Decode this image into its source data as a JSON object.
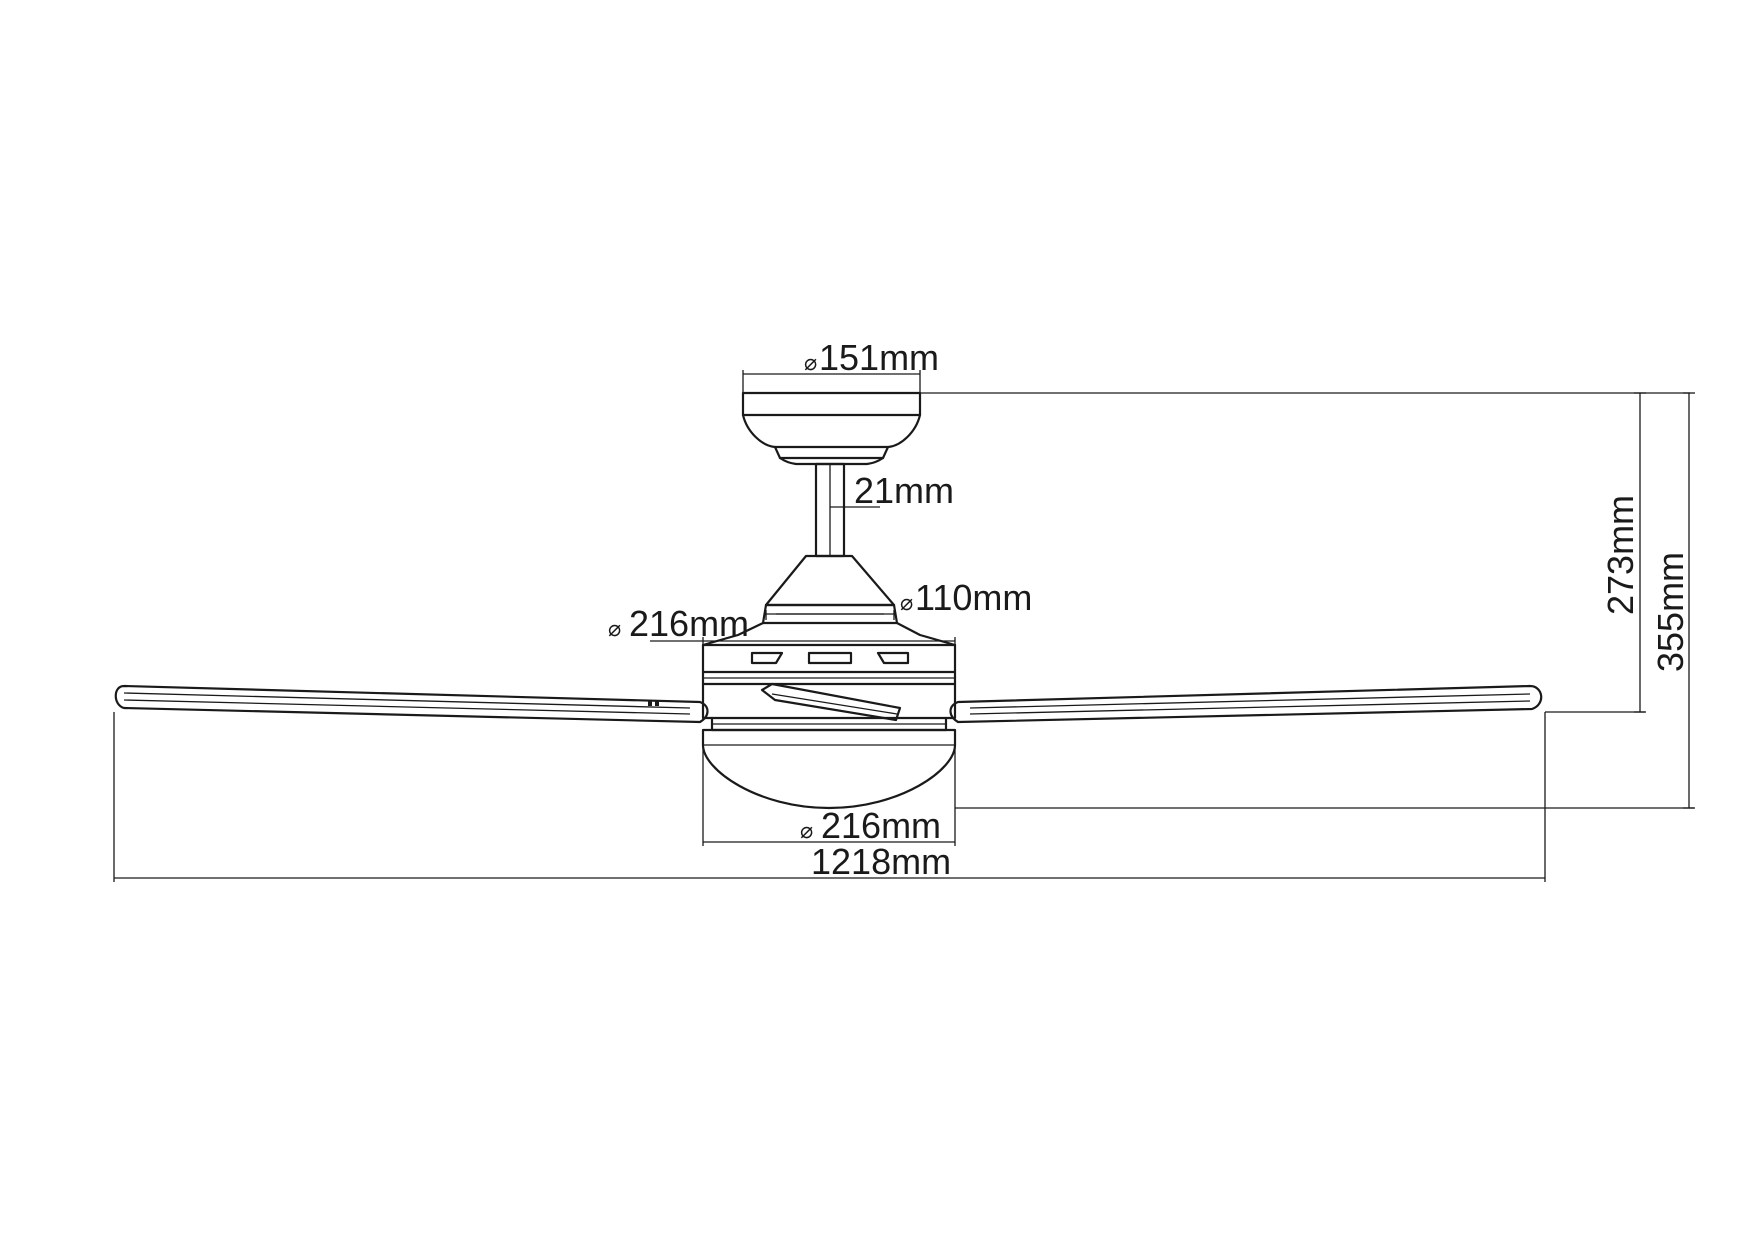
{
  "diagram": {
    "line_color": "#1a1a1a",
    "background": "#ffffff",
    "diameter_symbol": "⌀",
    "dimensions": {
      "canopy_diameter": "151mm",
      "downrod_diameter": "21mm",
      "motor_top_diameter": "110mm",
      "motor_housing_diameter": "216mm",
      "light_kit_diameter": "216mm",
      "overall_span": "1218mm",
      "ceiling_to_blade_height": "273mm",
      "overall_height": "355mm"
    }
  }
}
